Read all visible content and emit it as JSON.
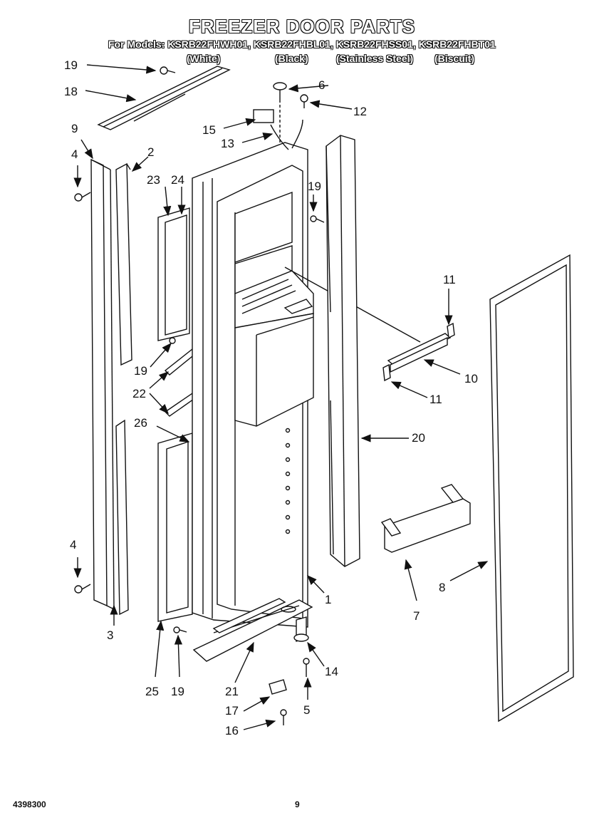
{
  "header": {
    "title": "FREEZER DOOR PARTS",
    "models": "For Models: KSRB22FHWH01, KSRB22FHBL01, KSRB22FHSS01, KSRB22FHBT01",
    "variants": [
      "(White)",
      "(Black)",
      "(Stainless Steel)",
      "(Biscuit)"
    ]
  },
  "callouts": {
    "c1": "1",
    "c2": "2",
    "c3": "3",
    "c4a": "4",
    "c4b": "4",
    "c5": "5",
    "c6": "6",
    "c7": "7",
    "c8": "8",
    "c9": "9",
    "c10": "10",
    "c11a": "11",
    "c11b": "11",
    "c12": "12",
    "c13": "13",
    "c14": "14",
    "c15": "15",
    "c16": "16",
    "c17": "17",
    "c18": "18",
    "c19a": "19",
    "c19b": "19",
    "c19c": "19",
    "c19d": "19",
    "c20": "20",
    "c21": "21",
    "c22": "22",
    "c23": "23",
    "c24": "24",
    "c25": "25",
    "c26": "26"
  },
  "footer": {
    "doc_number": "4398300",
    "page_number": "9"
  }
}
